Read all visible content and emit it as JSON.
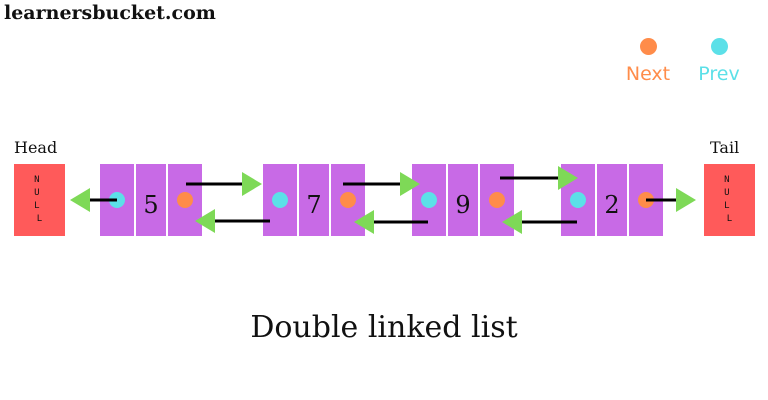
{
  "watermark": "learnersbucket.com",
  "legend": {
    "next": {
      "label": "Next",
      "color": "#ff8c4a"
    },
    "prev": {
      "label": "Prev",
      "color": "#5ce0e8"
    }
  },
  "head_label": "Head",
  "tail_label": "Tail",
  "null_text": "NULL",
  "nodes": [
    {
      "value": "5"
    },
    {
      "value": "7"
    },
    {
      "value": "9"
    },
    {
      "value": "2"
    }
  ],
  "caption": "Double linked list",
  "colors": {
    "node": "#c86ae6",
    "null_box": "#ff5a5a",
    "arrow_head": "#7ed957",
    "arrow_line": "#000000"
  }
}
